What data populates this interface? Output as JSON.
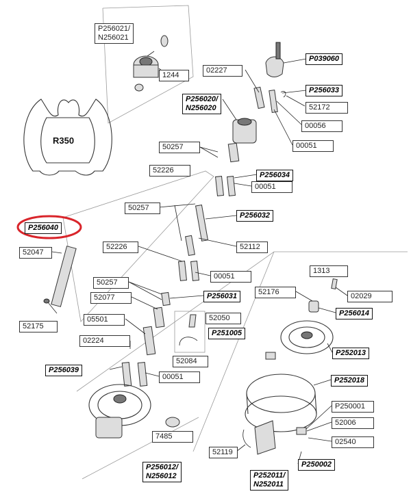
{
  "profile": {
    "name": "R350"
  },
  "highlight": {
    "part": "P256040",
    "color": "#d9252b"
  },
  "labels": {
    "p256021": "P256021/\nN256021",
    "l1244": "1244",
    "p039060": "P039060",
    "l02227": "02227",
    "p256033": "P256033",
    "p256020": "P256020/\nN256020",
    "l52172": "52172",
    "l00056": "00056",
    "l00051a": "00051",
    "l50257a": "50257",
    "l52226a": "52226",
    "p256034": "P256034",
    "l00051b": "00051",
    "l50257b": "50257",
    "p256032": "P256032",
    "p256040": "P256040",
    "l52047": "52047",
    "l52226b": "52226",
    "l52112": "52112",
    "l00051c": "00051",
    "l1313": "1313",
    "l50257c": "50257",
    "l52176": "52176",
    "l02029": "02029",
    "l52077": "52077",
    "p256031": "P256031",
    "l52175": "52175",
    "p256014": "P256014",
    "l05501": "05501",
    "l52050": "52050",
    "p251005": "P251005",
    "l02224": "02224",
    "p252013": "P252013",
    "l52084": "52084",
    "p256039": "P256039",
    "l00051d": "00051",
    "p252018": "P252018",
    "p250001": "P250001",
    "l52006": "52006",
    "l7485": "7485",
    "l02540": "02540",
    "l52119": "52119",
    "p250002": "P250002",
    "p256012": "P256012/\nN256012",
    "p252011": "P252011/\nN252011"
  }
}
